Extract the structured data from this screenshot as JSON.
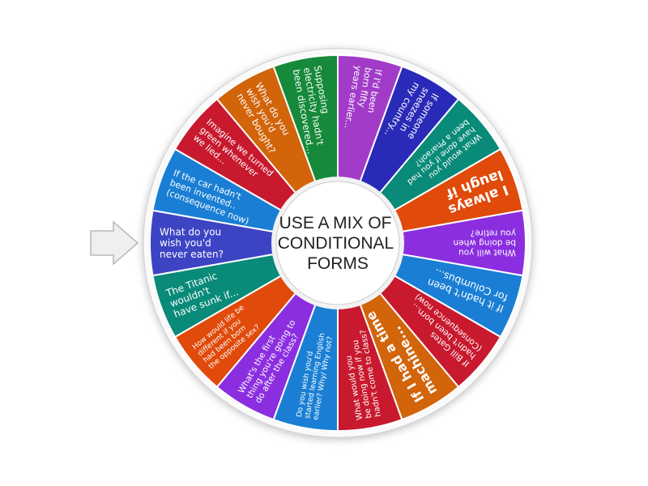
{
  "wheel": {
    "center_title": [
      "USE A MIX OF",
      "CONDITIONAL",
      "FORMS"
    ],
    "pointer_icon": "arrow-right-icon",
    "segments": [
      {
        "lines": [
          "What do you",
          "wish you'd",
          "never eaten?"
        ],
        "color": "#3d44c4"
      },
      {
        "lines": [
          "If the car hadn't",
          "been invented..",
          "(consequence now)"
        ],
        "color": "#1a7fd4"
      },
      {
        "lines": [
          "Imagine we turned",
          "green whenever",
          "we lied..."
        ],
        "color": "#c8192e"
      },
      {
        "lines": [
          "What do you",
          "wish you'd",
          "never bought?"
        ],
        "color": "#d2640a"
      },
      {
        "lines": [
          "Supposing",
          "electricity hadn't",
          "been discovered..."
        ],
        "color": "#168a3a"
      },
      {
        "lines": [
          "If I'd been",
          "born fifty",
          "years earlier..."
        ],
        "color": "#a23cc8"
      },
      {
        "lines": [
          "If someone",
          "sneezes in",
          "my country..."
        ],
        "color": "#2a2ab8"
      },
      {
        "lines": [
          "What would you",
          "have done if you had",
          "been a Pharaoh?"
        ],
        "color": "#0a8a78"
      },
      {
        "lines": [
          "I always",
          "laugh if"
        ],
        "color": "#e04a0a"
      },
      {
        "lines": [
          "What will you",
          "be doing when",
          "you retire?"
        ],
        "color": "#8b2ee0"
      },
      {
        "lines": [
          "If it hadn't been",
          "for Columbus..."
        ],
        "color": "#1a7fd4"
      },
      {
        "lines": [
          "If Bill Gates",
          "hadn't been born...",
          "(Consequence now)"
        ],
        "color": "#c8192e"
      },
      {
        "lines": [
          "If I had a time",
          "machine..."
        ],
        "color": "#d2640a"
      },
      {
        "lines": [
          "What would you",
          "be doing now if you",
          "hadn't come to class?"
        ],
        "color": "#c8192e"
      },
      {
        "lines": [
          "Do you wish you'd",
          "started learning English",
          "earlier? Why/ Why not?"
        ],
        "color": "#1a7fd4"
      },
      {
        "lines": [
          "What's the first",
          "thing you're going to",
          "do after the class?"
        ],
        "color": "#8b2ee0"
      },
      {
        "lines": [
          "How would life be",
          "different if you",
          "had been born",
          "the opposite sex?"
        ],
        "color": "#e04a0a"
      },
      {
        "lines": [
          "The Titanic",
          "wouldn't",
          "have sunk if..."
        ],
        "color": "#0a8a78"
      }
    ]
  }
}
